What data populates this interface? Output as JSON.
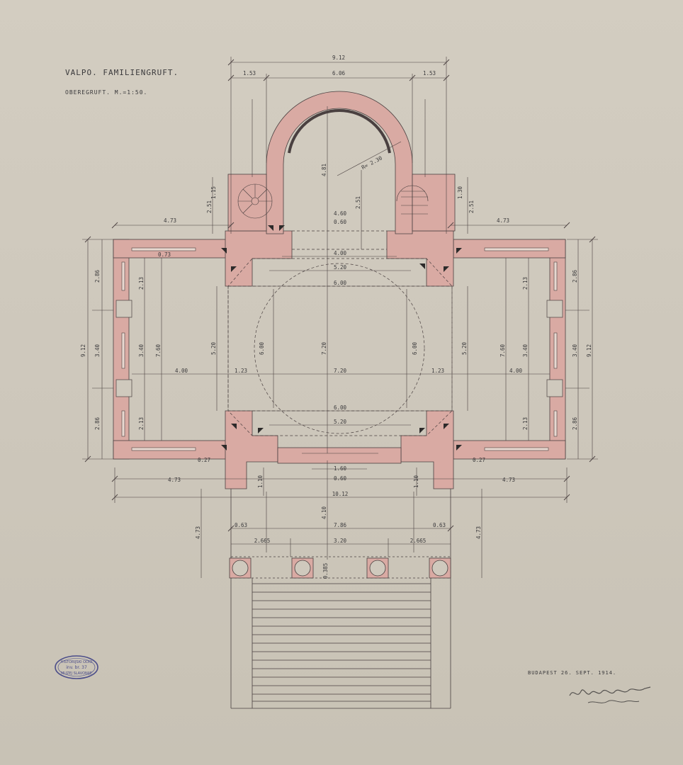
{
  "drawing": {
    "title": "VALPO. FAMILIENGRUFT.",
    "subtitle": "OBEREGRUFT.      M.=1:50.",
    "date": "BUDAPEST 26. SEPT. 1914."
  },
  "stamp": {
    "line1": "HISTORIJSKI ODIO",
    "line2": "inv. br. 37",
    "line3": "MUZEJ SLAVONIJE"
  },
  "signature": {
    "text": "Hofer Müller"
  },
  "dimensions": {
    "top_overall": "9.12",
    "top_left": "1.53",
    "top_mid": "6.06",
    "top_right": "1.53",
    "wing_left": "4.73",
    "wing_right": "4.73",
    "left_total": "9.12",
    "right_total": "9.12",
    "left_upper": "2.86",
    "left_mid": "3.40",
    "left_lower": "2.86",
    "right_upper": "2.86",
    "right_mid": "3.40",
    "right_lower": "2.86",
    "inner_h_left": "2.13",
    "inner_mid_left": "3.40",
    "inner_low_left": "2.13",
    "inner_h_right": "2.13",
    "inner_mid_right": "3.40",
    "inner_low_right": "2.13",
    "room_h_left": "7.60",
    "room_h_right": "7.60",
    "room_w_left": "4.00",
    "room_w_right": "4.00",
    "bay_left": "1.23",
    "bay_right": "1.23",
    "center_w": "7.20",
    "center_h": "7.20",
    "dome_dia_top": "6.00",
    "dome_dia_bottom": "6.00",
    "dome_v_left": "6.00",
    "dome_v_right": "6.00",
    "span_top": "5.20",
    "span_bottom": "5.20",
    "span_v_left": "5.20",
    "span_v_right": "5.20",
    "opening_top": "4.00",
    "apse_w": "4.60",
    "apse_inner": "0.60",
    "apse_h": "2.51",
    "apse_depth": "4.81",
    "apse_radius": "R= 2.30",
    "stair_h_left": "2.51",
    "stair_h_right": "2.51",
    "stair_small_left": "1.15",
    "stair_small_right": "1.30",
    "pier_03": "0.73",
    "door_w": "1.60",
    "door_inner": "0.60",
    "bottom_overall": "10.12",
    "bottom_left": "4.73",
    "bottom_right": "4.73",
    "porch_depth_left": "4.73",
    "porch_depth_right": "4.73",
    "porch_mid": "4.10",
    "porch_w": "7.86",
    "bay_outer_left": "2.665",
    "bay_center": "3.20",
    "bay_outer_right": "2.665",
    "col_left": "0.63",
    "col_right": "0.63",
    "col_depth": "0.385",
    "side_low_left": "1.10",
    "side_low_right": "1.10",
    "small_27_left": "0.27",
    "small_27_right": "0.27"
  }
}
